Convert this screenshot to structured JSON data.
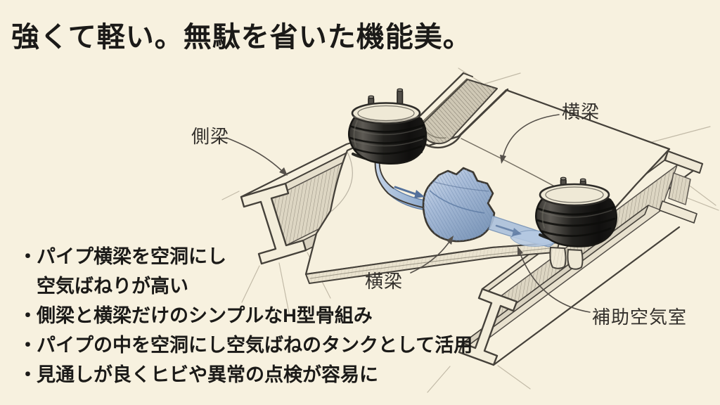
{
  "title": "強くて軽い。無駄を省いた機能美。",
  "features": [
    {
      "marker": "・",
      "text": "パイプ横梁を空洞にし"
    },
    {
      "marker": "",
      "text": "空気ばねりが高い"
    },
    {
      "marker": "・",
      "text": "側梁と横梁だけのシンプルなH型骨組み"
    },
    {
      "marker": "・",
      "text": "パイプの中を空洞にし空気ばねのタンクとして活用"
    },
    {
      "marker": "・",
      "text": "見通しが良くヒビや異常の点検が容易に"
    }
  ],
  "diagram_labels": {
    "side_beam": "側梁",
    "cross_beam_upper": "横梁",
    "cross_beam_lower": "横梁",
    "aux_air_chamber": "補助空気室"
  },
  "colors": {
    "paper": "#f7f1df",
    "ink": "#1b1a18",
    "pencil": "#45413a",
    "pencil_light": "#8d877b",
    "air_blue": "#a8bcd8",
    "air_blue_deep": "#7b96b8",
    "spring_rubber": "#161514",
    "beam_face": "#f3edda"
  }
}
